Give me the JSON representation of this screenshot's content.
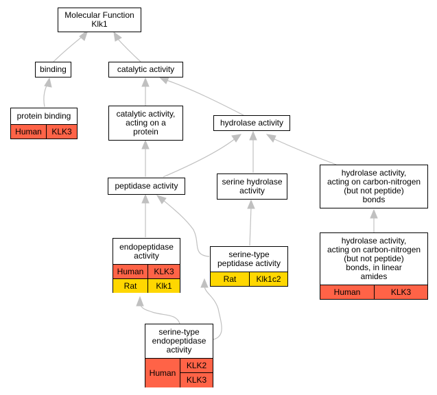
{
  "nodes": {
    "root": {
      "label": "Molecular Function\nKlk1"
    },
    "binding": {
      "label": "binding"
    },
    "catalytic": {
      "label": "catalytic activity"
    },
    "protein_binding": {
      "label": "protein binding",
      "orthologs": [
        {
          "species": "Human",
          "gene": "KLK3"
        }
      ]
    },
    "catalytic_protein": {
      "label": "catalytic activity,\nacting on a\nprotein"
    },
    "hydrolase": {
      "label": "hydrolase activity"
    },
    "peptidase": {
      "label": "peptidase activity"
    },
    "serine_hydrolase": {
      "label": "serine hydrolase\nactivity"
    },
    "hydrolase_cn": {
      "label": "hydrolase activity,\nacting on carbon-nitrogen\n(but not peptide)\nbonds"
    },
    "endopeptidase": {
      "label": "endopeptidase\nactivity",
      "orthologs": [
        {
          "species": "Human",
          "gene": "KLK3"
        },
        {
          "species": "Rat",
          "gene": "Klk1"
        }
      ]
    },
    "serine_peptidase": {
      "label": "serine-type\npeptidase activity",
      "orthologs": [
        {
          "species": "Rat",
          "gene": "Klk1c2"
        }
      ]
    },
    "hydrolase_cn_linear": {
      "label": "hydrolase activity,\nacting on carbon-nitrogen\n(but not peptide)\nbonds, in linear\namides",
      "orthologs": [
        {
          "species": "Human",
          "gene": "KLK3"
        }
      ]
    },
    "serine_endopeptidase": {
      "label": "serine-type\nendopeptidase\nactivity",
      "orthologs": [
        {
          "species": "Human",
          "genes": [
            "KLK2",
            "KLK3"
          ]
        }
      ]
    }
  },
  "colors": {
    "human": "#ff6347",
    "rat": "#ffd700",
    "edge": "#c0c0c0"
  }
}
